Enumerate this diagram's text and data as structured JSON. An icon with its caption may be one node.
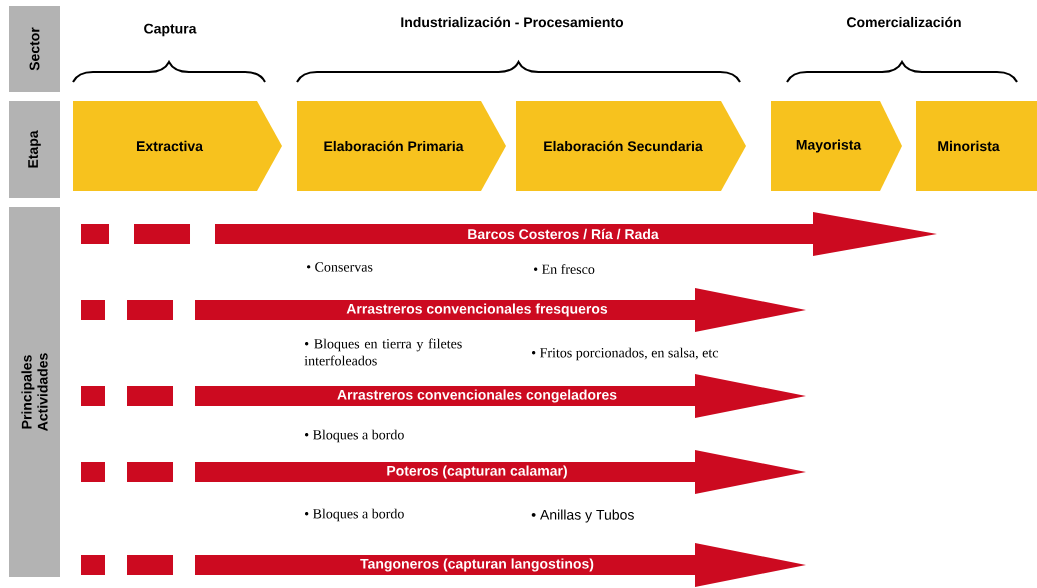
{
  "diagram": {
    "nodes": [
      {
        "text": [
          "Sector"
        ]
      },
      {
        "text": [
          "Etapa"
        ]
      },
      {
        "text": [
          "Principales Actividades"
        ]
      },
      {
        "text": [
          "Extractiva"
        ]
      },
      {
        "text": [
          "Elaboración Primaria"
        ]
      },
      {
        "text": [
          "Elaboración Secundaria"
        ]
      },
      {
        "text": [
          "Mayorista"
        ]
      },
      {
        "text": [
          "Minorista"
        ]
      },
      {
        "text": [
          "Barcos Costeros / Ría / Rada"
        ]
      },
      {
        "text": [
          "Arrastreros convencionales fresqueros"
        ]
      },
      {
        "text": [
          "Arrastreros convencionales congeladores"
        ]
      },
      {
        "text": [
          "Poteros (capturan calamar)"
        ]
      },
      {
        "text": [
          "Tangoneros (capturan langostinos)"
        ]
      }
    ],
    "labels": [
      "Captura",
      "Industrialización - Procesamiento",
      "Comercialización",
      "• Conservas",
      "• En fresco",
      "• Bloques en tierra y filetes interfoleados",
      "• Fritos porcionados, en salsa, etc",
      "• Bloques a bordo",
      "• Bloques a bordo",
      "• Anillas y Tubos"
    ]
  }
}
